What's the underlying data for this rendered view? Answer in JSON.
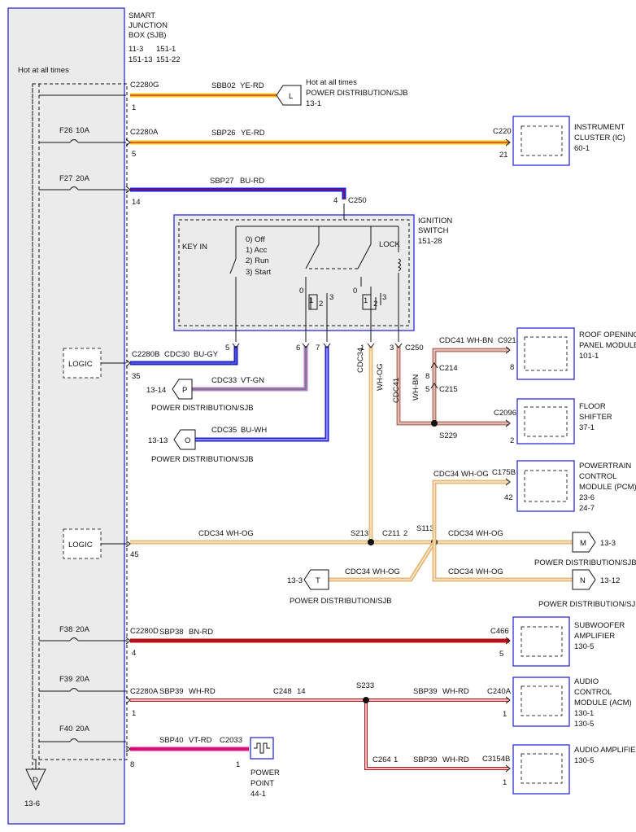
{
  "colors": {
    "yellow": "#f6c21a",
    "blue": "#1e1edc",
    "violet": "#b878d0",
    "white_orange": "#e7b979",
    "white_brown": "#b97a6a",
    "brown_red": "#b5121b",
    "white_red": "#b5121b",
    "violet_red": "#e0189a",
    "module_border": "#2b2bd6"
  },
  "sjb": {
    "title": [
      "SMART",
      "JUNCTION",
      "BOX (SJB)"
    ],
    "refs": [
      "11-3",
      "151-1",
      "151-13",
      "151-22"
    ],
    "hot_label": "Hot at all times",
    "ground_letter": "D",
    "ground_ref": "13-6",
    "logic_label": "LOGIC"
  },
  "fuses": [
    {
      "name": "F26",
      "amps": "10A"
    },
    {
      "name": "F27",
      "amps": "20A"
    },
    {
      "name": "F38",
      "amps": "20A"
    },
    {
      "name": "F39",
      "amps": "20A"
    },
    {
      "name": "F40",
      "amps": "20A"
    }
  ],
  "circuits": {
    "sbb02": {
      "connector": "C2280G",
      "pin": "1",
      "circuit": "SBB02",
      "color": "YE-RD"
    },
    "sbp26": {
      "connector": "C2280A",
      "pin": "5",
      "circuit": "SBP26",
      "color": "YE-RD",
      "end_connector": "C220",
      "end_pin": "21"
    },
    "sbp27": {
      "pin": "14",
      "circuit": "SBP27",
      "color": "BU-RD",
      "end_connector": "C250",
      "end_pin": "4"
    },
    "cdc30": {
      "connector": "C2280B",
      "pin": "35",
      "circuit": "CDC30",
      "color": "BU-GY",
      "end_pin": "5"
    },
    "cdc33": {
      "circuit": "CDC33",
      "color": "VT-GN",
      "end_pin": "6"
    },
    "cdc35": {
      "circuit": "CDC35",
      "color": "BU-WH",
      "end_pin": "7"
    },
    "cdc34_v": {
      "circuit": "CDC34",
      "color": "WH-OG",
      "pin": "1"
    },
    "cdc41_v": {
      "circuit": "CDC41",
      "color": "WH-BN",
      "pin": "3",
      "connector": "C250"
    },
    "cdc41_top": {
      "circuit": "CDC41",
      "color": "WH-BN",
      "end_connector": "C921",
      "end_pin": "8",
      "inline": "C214",
      "inline_pin": "8"
    },
    "c215": {
      "connector": "C215",
      "pin": "5"
    },
    "c2096": {
      "connector": "C2096",
      "pin": "2",
      "splice": "S229"
    },
    "cdc34_main": {
      "pin": "45",
      "circuit": "CDC34",
      "color": "WH-OG",
      "splice": "S213",
      "inline": "C211",
      "inline_pin": "2",
      "splice2": "S113"
    },
    "cdc34_pcm": {
      "circuit": "CDC34",
      "color": "WH-OG",
      "end_connector": "C175B",
      "end_pin": "42"
    },
    "cdc34_m": {
      "circuit": "CDC34",
      "color": "WH-OG"
    },
    "cdc34_t": {
      "circuit": "CDC34",
      "color": "WH-OG"
    },
    "cdc34_n": {
      "circuit": "CDC34",
      "color": "WH-OG"
    },
    "sbp38": {
      "connector": "C2280D",
      "pin": "4",
      "circuit": "SBP38",
      "color": "BN-RD",
      "end_connector": "C466",
      "end_pin": "5"
    },
    "sbp39": {
      "connector": "C2280A",
      "pin": "1",
      "circuit": "SBP39",
      "color": "WH-RD",
      "inline": "C248",
      "inline_pin": "14",
      "splice": "S233",
      "end_connector": "C240A",
      "end_pin": "1"
    },
    "sbp39_b": {
      "circuit": "SBP39",
      "color": "WH-RD"
    },
    "sbp39_amp": {
      "circuit": "SBP39",
      "color": "WH-RD",
      "inline": "C264",
      "inline_pin": "1",
      "end_connector": "C3154B",
      "end_pin": "1"
    },
    "sbp40": {
      "pin": "8",
      "circuit": "SBP40",
      "color": "VT-RD",
      "end_connector": "C2033",
      "end_pin": "1"
    }
  },
  "power_refs": [
    {
      "letter": "L",
      "label1": "Hot at all times",
      "label2": "POWER DISTRIBUTION/SJB",
      "ref": "13-1"
    },
    {
      "letter": "P",
      "label": "POWER DISTRIBUTION/SJB",
      "ref": "13-14"
    },
    {
      "letter": "O",
      "label": "POWER DISTRIBUTION/SJB",
      "ref": "13-13"
    },
    {
      "letter": "M",
      "label": "POWER DISTRIBUTION/SJB",
      "ref": "13-3"
    },
    {
      "letter": "T",
      "label": "POWER DISTRIBUTION/SJB",
      "ref": "13-3"
    },
    {
      "letter": "N",
      "label": "POWER DISTRIBUTION/SJB",
      "ref": "13-12"
    }
  ],
  "ignition": {
    "title": [
      "IGNITION",
      "SWITCH",
      "151-28"
    ],
    "key_in": "KEY IN",
    "positions": [
      "0) Off",
      "1) Acc",
      "2) Run",
      "3) Start"
    ],
    "lock": "LOCK",
    "contact_labels": [
      "0",
      "1",
      "2",
      "3"
    ]
  },
  "modules": {
    "ic": {
      "lines": [
        "INSTRUMENT",
        "CLUSTER (IC)",
        "60-1"
      ]
    },
    "roof": {
      "lines": [
        "ROOF OPENING",
        "PANEL MODULE",
        "101-1"
      ]
    },
    "floor": {
      "lines": [
        "FLOOR",
        "SHIFTER",
        "37-1"
      ]
    },
    "pcm": {
      "lines": [
        "POWERTRAIN",
        "CONTROL",
        "MODULE (PCM)",
        "23-6",
        "24-7"
      ]
    },
    "sub": {
      "lines": [
        "SUBWOOFER",
        "AMPLIFIER",
        "130-5"
      ]
    },
    "acm": {
      "lines": [
        "AUDIO",
        "CONTROL",
        "MODULE (ACM)",
        "130-1",
        "130-5"
      ]
    },
    "amp": {
      "lines": [
        "AUDIO AMPLIFIER",
        "130-5"
      ]
    },
    "pp": {
      "lines": [
        "POWER",
        "POINT",
        "44-1"
      ]
    }
  }
}
